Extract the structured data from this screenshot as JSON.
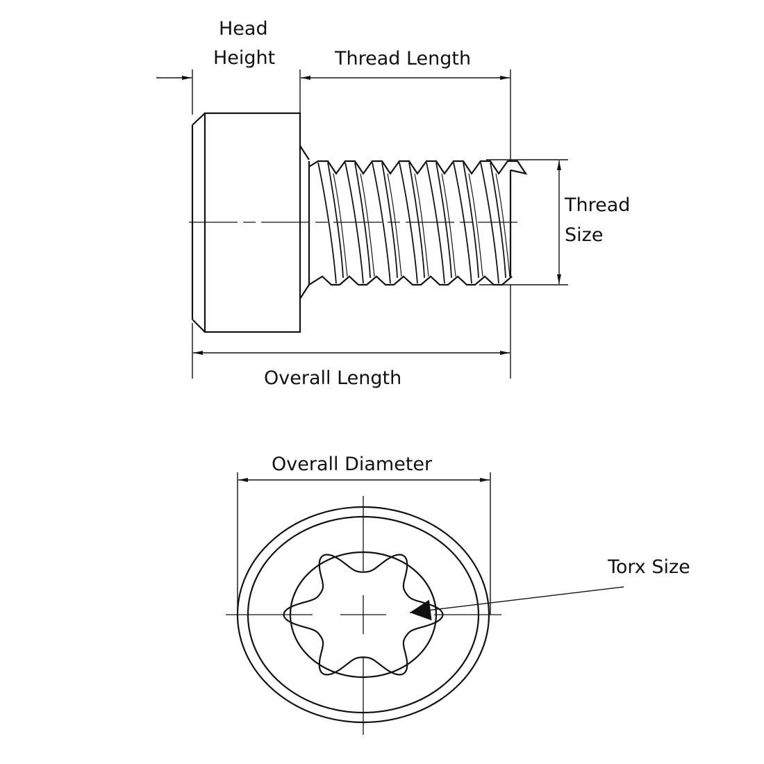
{
  "labels": {
    "head_height_line1": "Head",
    "head_height_line2": "Height",
    "thread_length": "Thread Length",
    "thread_size_line1": "Thread",
    "thread_size_line2": "Size",
    "overall_length": "Overall Length",
    "overall_diameter": "Overall Diameter",
    "torx_size": "Torx Size"
  },
  "colors": {
    "line": "#111111",
    "background": "#ffffff"
  }
}
